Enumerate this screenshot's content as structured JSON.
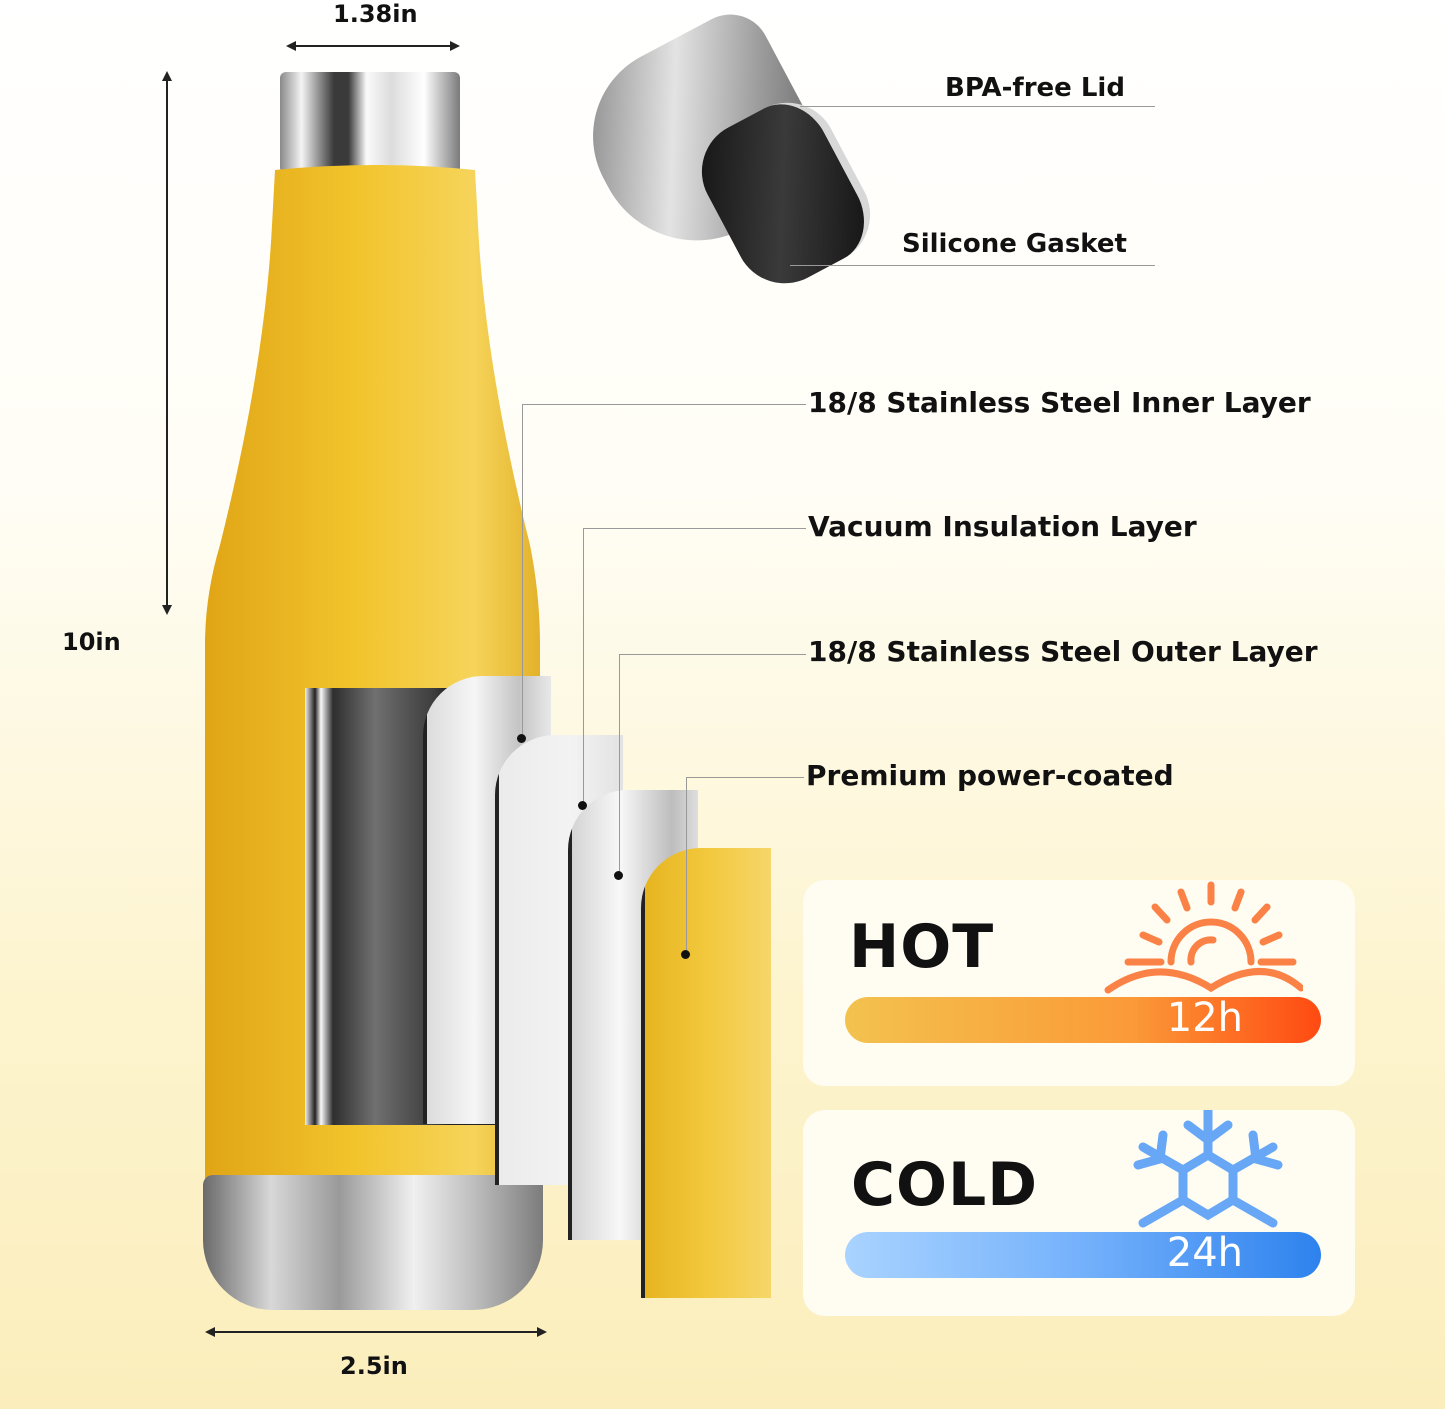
{
  "dimensions": {
    "top_width": "1.38in",
    "height": "10in",
    "bottom_width": "2.5in"
  },
  "lid_callouts": [
    {
      "label": "BPA-free Lid"
    },
    {
      "label": "Silicone Gasket"
    }
  ],
  "layer_callouts": [
    {
      "label": "18/8 Stainless Steel Inner Layer"
    },
    {
      "label": "Vacuum Insulation Layer"
    },
    {
      "label": "18/8 Stainless Steel Outer Layer"
    },
    {
      "label": "Premium power-coated"
    }
  ],
  "temperature": {
    "hot": {
      "title": "HOT",
      "value": "12h",
      "icon": "sun-icon",
      "gradient": [
        "#f3c24e",
        "#fb8a30",
        "#ff4a12"
      ]
    },
    "cold": {
      "title": "COLD",
      "value": "24h",
      "icon": "snowflake-icon",
      "gradient": [
        "#a9d3ff",
        "#6aadfb",
        "#2e82ee"
      ]
    }
  },
  "colors": {
    "bottle_yellow": "#f0bf2b",
    "steel": "#b8b8b8",
    "background": "#fbeebc"
  }
}
